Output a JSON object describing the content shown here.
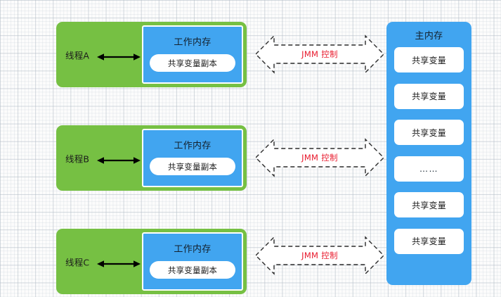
{
  "diagram": {
    "title_semantic": "java-memory-model-jmm-diagram",
    "colors": {
      "thread_green": "#76c043",
      "memory_blue": "#41a5f0",
      "jmm_label_red": "#e8192c",
      "box_white": "#ffffff",
      "background": "#fcfcfc"
    },
    "threads": [
      {
        "label": "线程A",
        "working_memory": {
          "title": "工作内存",
          "copy": "共享变量副本"
        },
        "jmm": {
          "label": "JMM 控制"
        }
      },
      {
        "label": "线程B",
        "working_memory": {
          "title": "工作内存",
          "copy": "共享变量副本"
        },
        "jmm": {
          "label": "JMM 控制"
        }
      },
      {
        "label": "线程C",
        "working_memory": {
          "title": "工作内存",
          "copy": "共享变量副本"
        },
        "jmm": {
          "label": "JMM 控制"
        }
      }
    ],
    "main_memory": {
      "title": "主内存",
      "items": [
        "共享变量",
        "共享变量",
        "共享变量",
        "……",
        "共享变量",
        "共享变量"
      ]
    }
  }
}
